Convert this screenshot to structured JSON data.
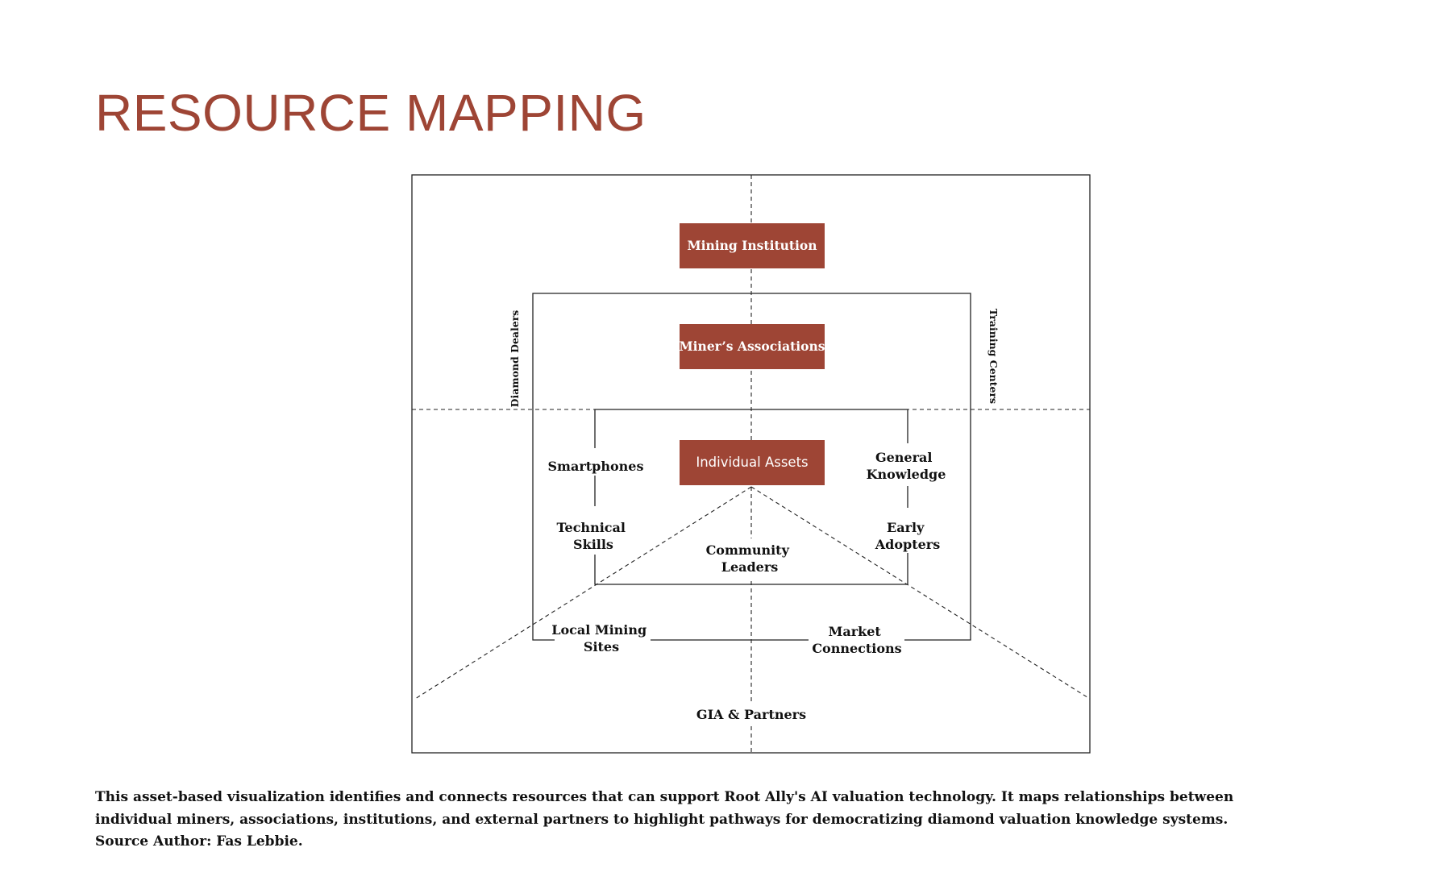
{
  "title": "RESOURCE MAPPING",
  "colors": {
    "accent": "#9e4535",
    "line": "#222222",
    "text": "#111111"
  },
  "diagram": {
    "boxes": {
      "mining_institution": "Mining Institution",
      "miners_associations": "Miner’s Associations",
      "individual_assets": "Individual Assets"
    },
    "side_labels": {
      "left": "Diamond Dealers",
      "right": "Training Centers"
    },
    "inner": {
      "smartphones": "Smartphones",
      "technical_skills": [
        "Technical",
        "Skills"
      ],
      "general_knowledge": [
        "General",
        "Knowledge"
      ],
      "early_adopters": [
        "Early",
        "Adopters"
      ],
      "community_leaders": [
        "Community",
        "Leaders"
      ]
    },
    "middle": {
      "local_mining_sites": [
        "Local Mining",
        "Sites"
      ],
      "market_connections": [
        "Market",
        "Connections"
      ]
    },
    "outer": {
      "gia_partners": "GIA & Partners"
    }
  },
  "caption": "This asset-based visualization identifies and connects resources that can support Root Ally's AI valuation technology. It maps relationships between individual miners, associations, institutions, and external partners to highlight pathways for democratizing diamond valuation knowledge systems.",
  "source": "Source Author: Fas Lebbie."
}
